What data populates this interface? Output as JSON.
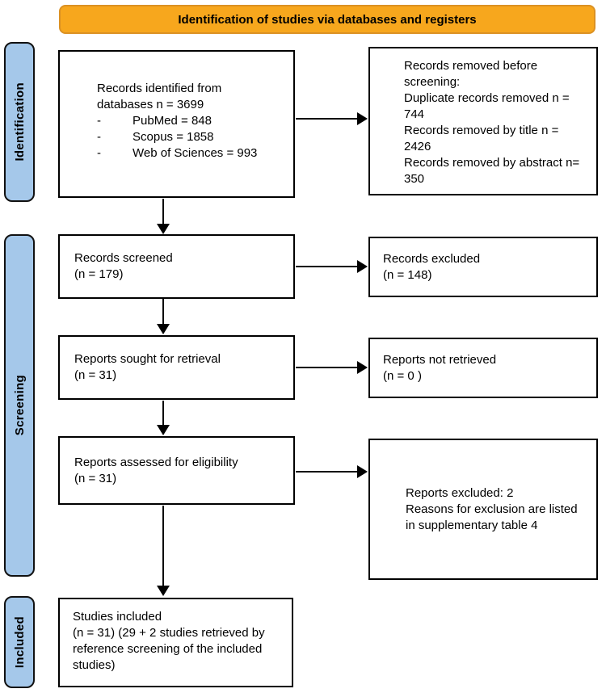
{
  "title": "Identification of studies via databases and registers",
  "colors": {
    "header_fill": "#F7A71D",
    "header_border": "#DB9123",
    "stage_fill": "#A5C8EA",
    "box_border": "#000000"
  },
  "stages": {
    "identification": "Identification",
    "screening": "Screening",
    "included": "Included"
  },
  "boxes": {
    "records_identified": {
      "intro": "Records identified from\ndatabases n = 3699",
      "sources": [
        {
          "bullet": "-",
          "label": "PubMed = 848"
        },
        {
          "bullet": "-",
          "label": "Scopus = 1858"
        },
        {
          "bullet": "-",
          "label": "Web of Sciences = 993"
        }
      ]
    },
    "records_removed": {
      "text": "Records removed before screening:\nDuplicate records removed n = 744\nRecords removed by title n = 2426\nRecords removed by abstract n= 350"
    },
    "records_screened": {
      "text": "Records screened\n(n = 179)"
    },
    "records_excluded": {
      "text": "Records excluded\n(n = 148)"
    },
    "reports_sought": {
      "text": "Reports sought for retrieval\n(n = 31)"
    },
    "reports_not_retrieved": {
      "text": "Reports not retrieved\n(n = 0 )"
    },
    "reports_assessed": {
      "text": "Reports assessed for eligibility\n(n = 31)"
    },
    "reports_excluded": {
      "text": "Reports excluded: 2\nReasons for exclusion are listed in supplementary table 4"
    },
    "studies_included": {
      "text": "Studies included\n(n = 31) (29 + 2 studies retrieved by reference screening of the included studies)"
    }
  }
}
